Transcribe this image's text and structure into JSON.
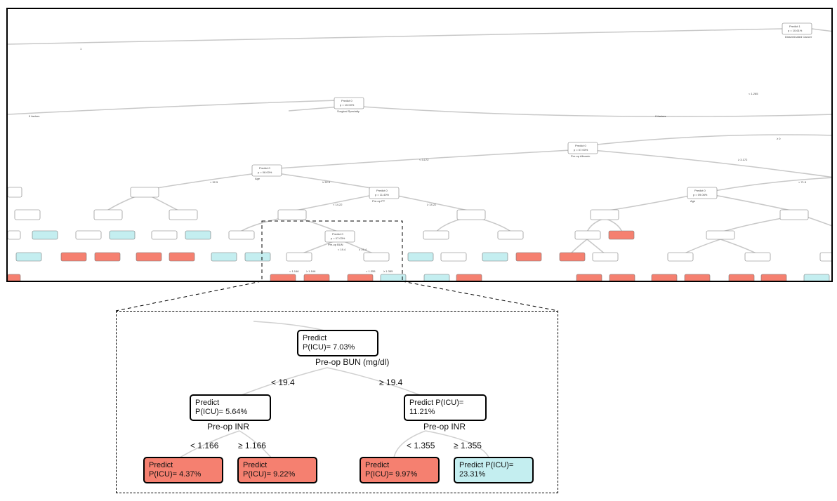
{
  "colors": {
    "red_leaf": "#f58070",
    "cyan_leaf": "#c4eef0",
    "white_node": "#ffffff",
    "edge": "#c8c8c8"
  },
  "overview": {
    "nodes": [
      {
        "id": "root",
        "l1": "Predict 1",
        "l2": "p = 10.61%",
        "var": "Disseminated Cancer"
      },
      {
        "id": "n2",
        "l1": "Predict 0",
        "l2": "p = 10.00%",
        "var": "Surgical Specialty"
      },
      {
        "id": "n3",
        "l1": "Predict 0",
        "l2": "p = 07.00%",
        "var": "Pre-op Albumin"
      },
      {
        "id": "n4",
        "l1": "Predict 0",
        "l2": "p = 08.00%",
        "var": "Age"
      },
      {
        "id": "n5",
        "l1": "Predict 0",
        "l2": "p = 11.40%",
        "var": "Pre-op PT"
      },
      {
        "id": "n6",
        "l1": "Predict 0",
        "l2": "p = 07.03%",
        "var": "Pre-op BUN"
      },
      {
        "id": "n7",
        "l1": "Predict 0",
        "l2": "p = 09.06%",
        "var": "Age"
      }
    ],
    "edge_labels": [
      "1",
      "< 1.265",
      "0 factors",
      "0 factors",
      "≥ 0",
      "< 3.172",
      "≥ 3.172",
      "< 32.5",
      "≥ 32.5",
      "< 71.5",
      "< 14.22",
      "≥ 14.22",
      "< 19.4",
      "≥ 19.4",
      "< 1.166",
      "≥ 1.166",
      "< 1.355",
      "≥ 1.355"
    ]
  },
  "zoom": {
    "root": {
      "line1": "Predict",
      "line2": "P(ICU)= 7.03%",
      "var": "Pre-op BUN  (mg/dl)"
    },
    "left": {
      "line1": "Predict",
      "line2": "P(ICU)= 5.64%",
      "var": "Pre-op INR"
    },
    "right": {
      "line1": "Predict P(ICU)=",
      "line2": "11.21%",
      "var": "Pre-op INR"
    },
    "split_root_left": "< 19.4",
    "split_root_right": "≥ 19.4",
    "split_left_left": "< 1.166",
    "split_left_right": "≥ 1.166",
    "split_right_left": "< 1.355",
    "split_right_right": "≥ 1.355",
    "leaves": [
      {
        "line1": "Predict",
        "line2": "P(ICU)= 4.37%",
        "class": "red"
      },
      {
        "line1": "Predict",
        "line2": "P(ICU)= 9.22%",
        "class": "red"
      },
      {
        "line1": "Predict",
        "line2": "P(ICU)= 9.97%",
        "class": "red"
      },
      {
        "line1": "Predict P(ICU)=",
        "line2": "23.31%",
        "class": "cyan"
      }
    ]
  }
}
